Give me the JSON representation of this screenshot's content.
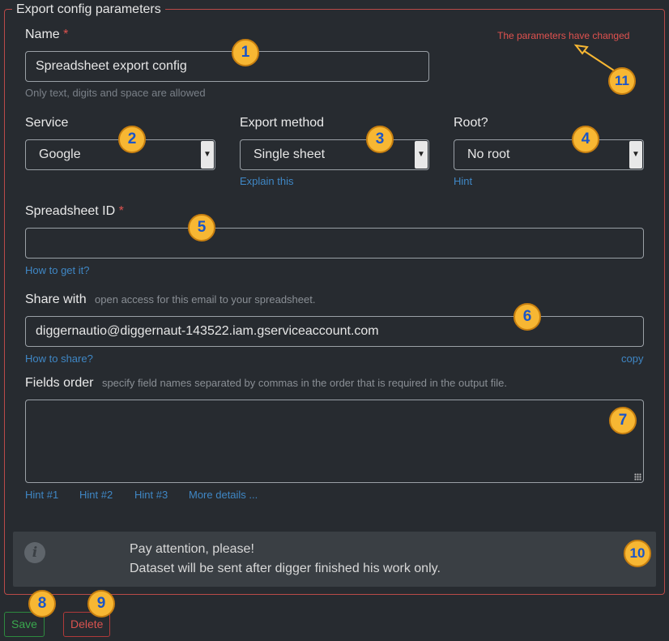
{
  "form": {
    "legend": "Export config parameters",
    "changed_notice": "The parameters have changed",
    "required_mark": "*",
    "name": {
      "label": "Name",
      "value": "Spreadsheet export config",
      "help": "Only text, digits and space are allowed"
    },
    "service": {
      "label": "Service",
      "selected": "Google"
    },
    "export_method": {
      "label": "Export method",
      "selected": "Single sheet",
      "link": "Explain this"
    },
    "root": {
      "label": "Root?",
      "selected": "No root",
      "link": "Hint"
    },
    "spreadsheet_id": {
      "label": "Spreadsheet ID",
      "value": "",
      "link": "How to get it?"
    },
    "share_with": {
      "label": "Share with",
      "hint": "open access for this email to your spreadsheet.",
      "value": "diggernautio@diggernaut-143522.iam.gserviceaccount.com",
      "link_left": "How to share?",
      "link_right": "copy"
    },
    "fields_order": {
      "label": "Fields order",
      "hint": "specify field names separated by commas in the order that is required in the output file.",
      "value": "",
      "links": [
        "Hint #1",
        "Hint #2",
        "Hint #3",
        "More details ..."
      ]
    },
    "alert": {
      "icon": "info-icon",
      "title": "Pay attention, please!",
      "text": "Dataset will be sent after digger finished his work only."
    }
  },
  "buttons": {
    "save": "Save",
    "delete": "Delete"
  },
  "callouts": [
    "1",
    "2",
    "3",
    "4",
    "5",
    "6",
    "7",
    "8",
    "9",
    "10",
    "11"
  ],
  "colors": {
    "background": "#272b30",
    "border_error": "#b94a48",
    "link": "#3f87c5",
    "callout_fill": "#f7b733",
    "callout_text": "#1a55c8",
    "save": "#3aa84e",
    "delete": "#d9534f"
  }
}
